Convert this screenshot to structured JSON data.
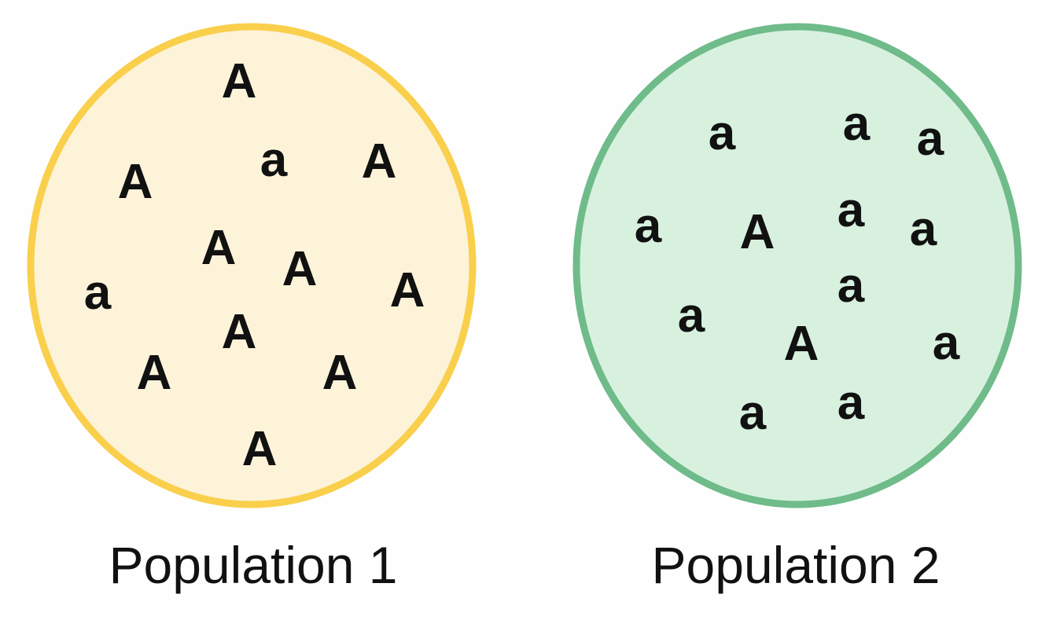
{
  "populations": [
    {
      "label": "Population 1",
      "fill_color": "#fdf3d9",
      "stroke_color": "#f9cf4c",
      "alleles": [
        "A",
        "A",
        "a",
        "A",
        "A",
        "A",
        "a",
        "A",
        "A",
        "A",
        "A",
        "A"
      ]
    },
    {
      "label": "Population 2",
      "fill_color": "#d8f1df",
      "stroke_color": "#6fbb8a",
      "alleles": [
        "a",
        "a",
        "a",
        "a",
        "A",
        "a",
        "a",
        "a",
        "a",
        "A",
        "a",
        "a",
        "a"
      ]
    }
  ]
}
